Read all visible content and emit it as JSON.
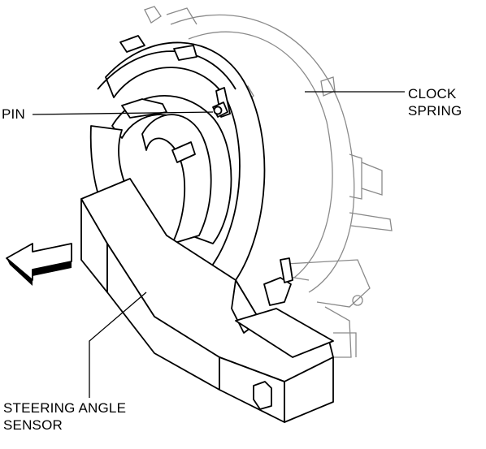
{
  "labels": {
    "pin": "PIN",
    "clock_spring": [
      "CLOCK",
      "SPRING"
    ],
    "steering_angle_sensor": [
      "STEERING ANGLE",
      "SENSOR"
    ]
  },
  "colors": {
    "line": "#000000",
    "ghost_line": "#8a8a8a",
    "background": "#ffffff"
  }
}
